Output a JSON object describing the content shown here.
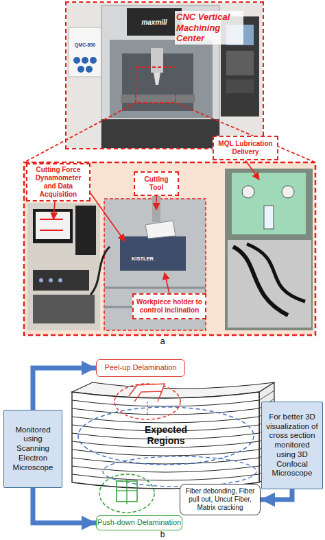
{
  "diagram": {
    "nodes": [
      {
        "text": [
          "CNC Vertical Machining Center"
        ]
      },
      {
        "text": [
          "MQL Lubrication Delivery"
        ]
      },
      {
        "text": [
          "Cutting Force Dynamometer and Data Acquisition"
        ]
      },
      {
        "text": [
          "Cutting Tool"
        ]
      },
      {
        "text": [
          "Workpiece holder to control inclination"
        ]
      },
      {
        "text": [
          "Peel-up Delamination"
        ]
      },
      {
        "text": [
          "Monitored using Scanning Electron Microscope"
        ]
      },
      {
        "text": [
          "For better 3D visualization of cross section monitored using 3D Confocal Microscope"
        ]
      },
      {
        "text": [
          "Fiber debonding, Fiber pull out, Uncut Fiber, Matrix cracking"
        ]
      },
      {
        "text": [
          "Push-down Delamination"
        ]
      }
    ],
    "edges": [
      {
        "from": 6,
        "to": 5,
        "arrow": "to"
      },
      {
        "from": 6,
        "to": 9,
        "arrow": "to"
      },
      {
        "from": 7,
        "to": 8,
        "arrow": "to"
      }
    ],
    "labels": [
      "maxmill",
      "QMC-850",
      "KISTLER",
      "a",
      "Expected Regions",
      "b"
    ]
  }
}
